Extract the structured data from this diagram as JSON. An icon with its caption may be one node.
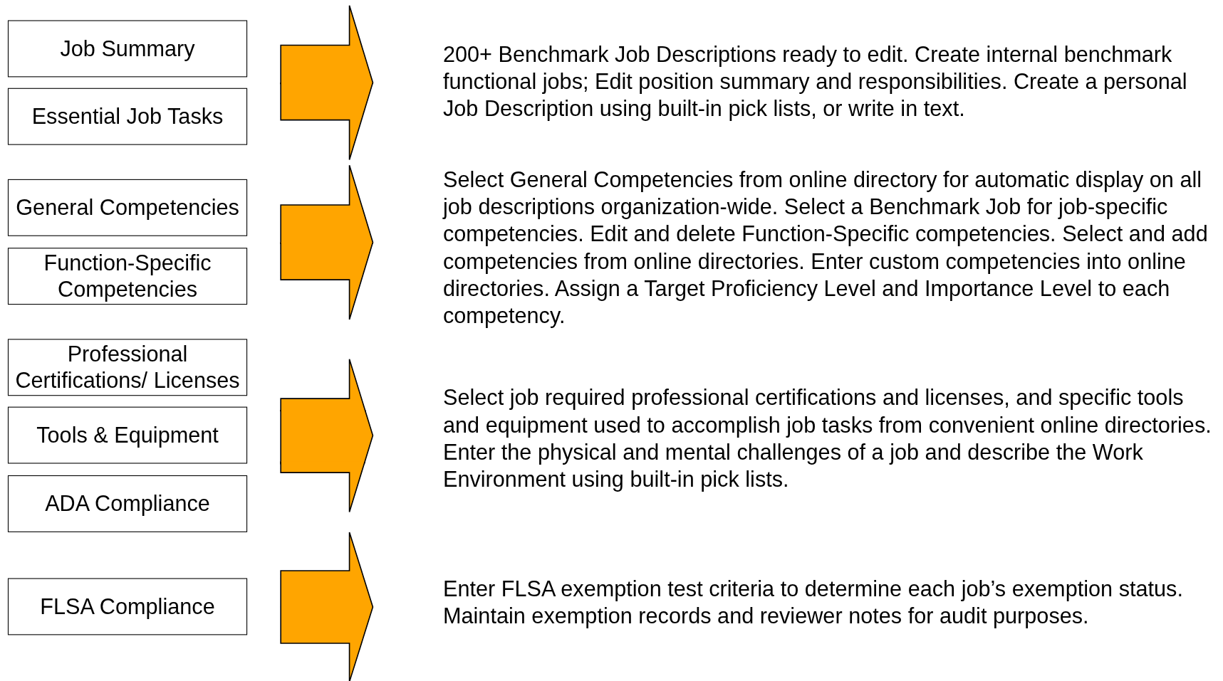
{
  "diagram": {
    "nodes": [
      {
        "text": [
          "Job Summary"
        ]
      },
      {
        "text": [
          "Essential Job Tasks"
        ]
      },
      {
        "text": [
          "General Competencies"
        ]
      },
      {
        "text": [
          "Function-Specific Competencies"
        ]
      },
      {
        "text": [
          "Professional Certifications/ Licenses"
        ]
      },
      {
        "text": [
          "Tools & Equipment"
        ]
      },
      {
        "text": [
          "ADA Compliance"
        ]
      },
      {
        "text": [
          "FLSA Compliance"
        ]
      },
      {
        "text": [
          "200+ Benchmark Job Descriptions ready to edit. Create internal benchmark functional jobs; Edit position summary and responsibilities. Create a personal Job Description using built-in pick lists, or write in text."
        ]
      },
      {
        "text": [
          "Select General Competencies from online directory for automatic display on all job descriptions organization-wide. Select a Benchmark Job for job-specific competencies. Edit and delete Function-Specific competencies. Select and add competencies from online directories. Enter custom competencies into online directories. Assign a Target Proficiency Level and Importance Level to each competency."
        ]
      },
      {
        "text": [
          "Select job required professional certifications and licenses, and specific tools and equipment used to accomplish job tasks from convenient online directories.  Enter the physical and mental challenges of a job and describe the Work Environment using built-in pick lists."
        ]
      },
      {
        "text": [
          "Enter FLSA exemption test criteria to determine each job’s exemption status. Maintain exemption records and reviewer notes for audit purposes."
        ]
      }
    ],
    "edges": [
      {
        "from": 0,
        "to": 8,
        "arrow": "to",
        "style": "thick",
        "color": "#ffa500"
      },
      {
        "from": 1,
        "to": 8,
        "arrow": "to",
        "style": "thick",
        "color": "#ffa500"
      },
      {
        "from": 2,
        "to": 9,
        "arrow": "to",
        "style": "thick",
        "color": "#ffa500"
      },
      {
        "from": 3,
        "to": 9,
        "arrow": "to",
        "style": "thick",
        "color": "#ffa500"
      },
      {
        "from": 4,
        "to": 10,
        "arrow": "to",
        "style": "thick",
        "color": "#ffa500"
      },
      {
        "from": 5,
        "to": 10,
        "arrow": "to",
        "style": "thick",
        "color": "#ffa500"
      },
      {
        "from": 6,
        "to": 10,
        "arrow": "to",
        "style": "thick",
        "color": "#ffa500"
      },
      {
        "from": 7,
        "to": 11,
        "arrow": "to",
        "style": "thick",
        "color": "#ffa500"
      }
    ]
  }
}
